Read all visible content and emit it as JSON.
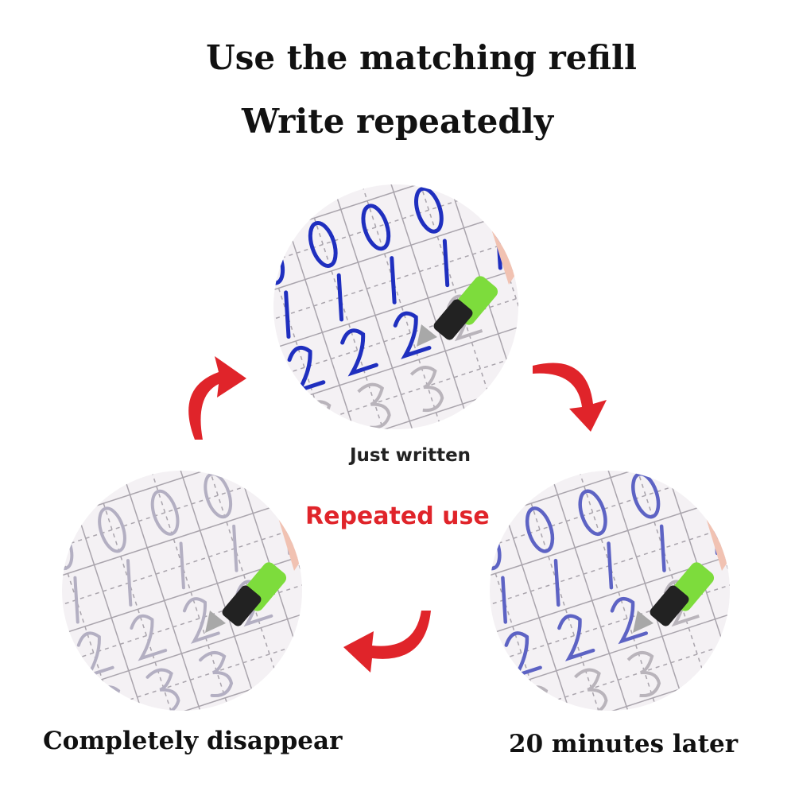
{
  "headline": {
    "line1": "Use the matching refill",
    "line2": "Write repeatedly"
  },
  "center_label": "Repeated use",
  "stages": [
    {
      "caption": "Just written",
      "ink_color": "#1f2fbf",
      "ink_opacity": 1.0
    },
    {
      "caption": "20 minutes later",
      "ink_color": "#3a3fb8",
      "ink_opacity": 0.75
    },
    {
      "caption": "Completely disappear",
      "ink_color": "#8a8acb",
      "ink_opacity": 0.25
    }
  ],
  "colors": {
    "arrow": "#e0242a",
    "paper": "#f4f1f4",
    "grid": "#a9a4ac",
    "pen_grip": "#7ddc3c"
  },
  "icons": [
    "curved-arrow-icon",
    "pen-icon"
  ]
}
